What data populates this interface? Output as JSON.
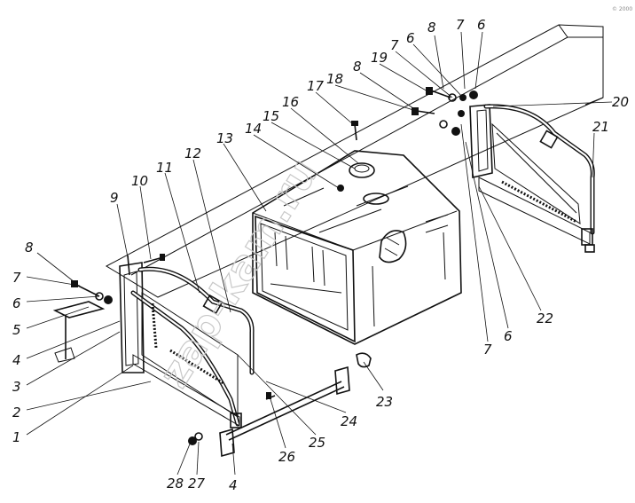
{
  "corner_mark": "© 2000",
  "watermark": "zap-kam.ru",
  "callouts": [
    {
      "id": "c1",
      "text": "1"
    },
    {
      "id": "c2",
      "text": "2"
    },
    {
      "id": "c3",
      "text": "3"
    },
    {
      "id": "c4a",
      "text": "4"
    },
    {
      "id": "c5",
      "text": "5"
    },
    {
      "id": "c6a",
      "text": "6"
    },
    {
      "id": "c7a",
      "text": "7"
    },
    {
      "id": "c8a",
      "text": "8"
    },
    {
      "id": "c9",
      "text": "9"
    },
    {
      "id": "c10",
      "text": "10"
    },
    {
      "id": "c11",
      "text": "11"
    },
    {
      "id": "c12",
      "text": "12"
    },
    {
      "id": "c13",
      "text": "13"
    },
    {
      "id": "c14",
      "text": "14"
    },
    {
      "id": "c15",
      "text": "15"
    },
    {
      "id": "c16",
      "text": "16"
    },
    {
      "id": "c17",
      "text": "17"
    },
    {
      "id": "c18",
      "text": "18"
    },
    {
      "id": "c8b",
      "text": "8"
    },
    {
      "id": "c19",
      "text": "19"
    },
    {
      "id": "c7b",
      "text": "7"
    },
    {
      "id": "c6b",
      "text": "6"
    },
    {
      "id": "c8c",
      "text": "8"
    },
    {
      "id": "c7c",
      "text": "7"
    },
    {
      "id": "c6c",
      "text": "6"
    },
    {
      "id": "c20",
      "text": "20"
    },
    {
      "id": "c21",
      "text": "21"
    },
    {
      "id": "c22",
      "text": "22"
    },
    {
      "id": "c6d",
      "text": "6"
    },
    {
      "id": "c7d",
      "text": "7"
    },
    {
      "id": "c23",
      "text": "23"
    },
    {
      "id": "c24",
      "text": "24"
    },
    {
      "id": "c25",
      "text": "25"
    },
    {
      "id": "c26",
      "text": "26"
    },
    {
      "id": "c4b",
      "text": "4"
    },
    {
      "id": "c27",
      "text": "27"
    },
    {
      "id": "c28",
      "text": "28"
    }
  ]
}
